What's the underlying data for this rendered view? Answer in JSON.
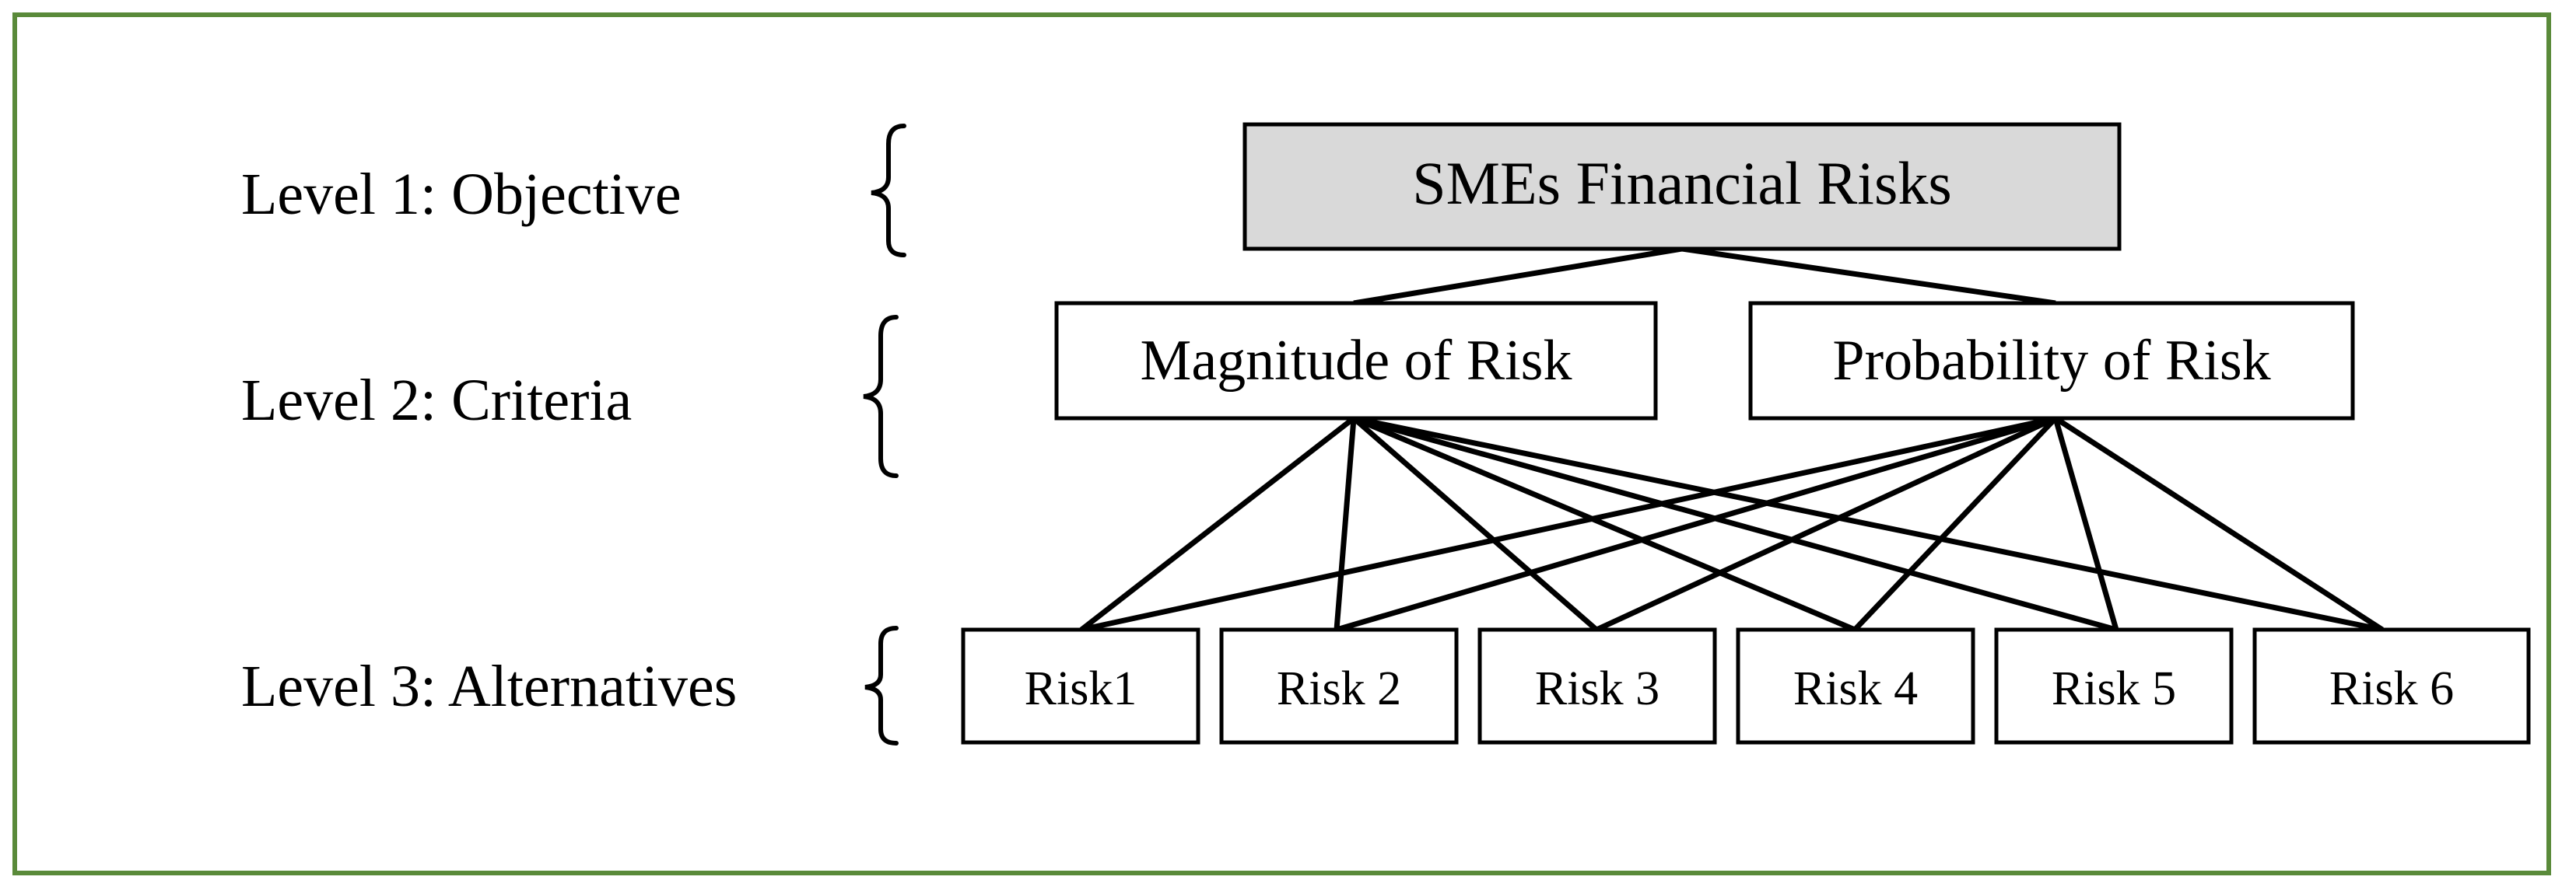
{
  "levels": [
    {
      "label": "Level 1: Objective"
    },
    {
      "label": "Level 2: Criteria"
    },
    {
      "label": "Level 3: Alternatives"
    }
  ],
  "objective": {
    "label": "SMEs Financial Risks",
    "fill": "#d9d9d9"
  },
  "criteria": [
    {
      "label": "Magnitude of Risk"
    },
    {
      "label": "Probability of Risk"
    }
  ],
  "alternatives": [
    {
      "label": "Risk1"
    },
    {
      "label": "Risk 2"
    },
    {
      "label": "Risk 3"
    },
    {
      "label": "Risk 4"
    },
    {
      "label": "Risk 5"
    },
    {
      "label": "Risk 6"
    }
  ],
  "colors": {
    "frame_border": "#5a8a3a",
    "box_stroke": "#000000",
    "background": "#ffffff"
  }
}
